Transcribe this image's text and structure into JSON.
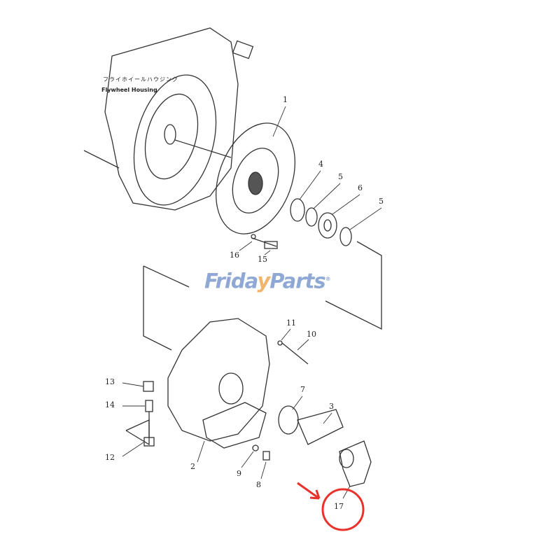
{
  "housing_label": {
    "japanese": "フライホイールハウジング",
    "english": "Flywheel Housing"
  },
  "watermark": {
    "text_a": "Frida",
    "text_b": "y",
    "text_c": "Parts",
    "mark": "®"
  },
  "callouts": [
    {
      "id": "c1",
      "text": "1"
    },
    {
      "id": "c4",
      "text": "4"
    },
    {
      "id": "c5a",
      "text": "5"
    },
    {
      "id": "c6",
      "text": "6"
    },
    {
      "id": "c5b",
      "text": "5"
    },
    {
      "id": "c16",
      "text": "16"
    },
    {
      "id": "c15",
      "text": "15"
    },
    {
      "id": "c11",
      "text": "11"
    },
    {
      "id": "c10",
      "text": "10"
    },
    {
      "id": "c13",
      "text": "13"
    },
    {
      "id": "c14",
      "text": "14"
    },
    {
      "id": "c12",
      "text": "12"
    },
    {
      "id": "c7",
      "text": "7"
    },
    {
      "id": "c3",
      "text": "3"
    },
    {
      "id": "c2",
      "text": "2"
    },
    {
      "id": "c9",
      "text": "9"
    },
    {
      "id": "c8",
      "text": "8"
    },
    {
      "id": "c17",
      "text": "17"
    }
  ],
  "colors": {
    "line": "#333333",
    "highlight": "#e8322b",
    "watermark_blue": "#8fa9d4",
    "watermark_orange": "#f0b46a"
  }
}
